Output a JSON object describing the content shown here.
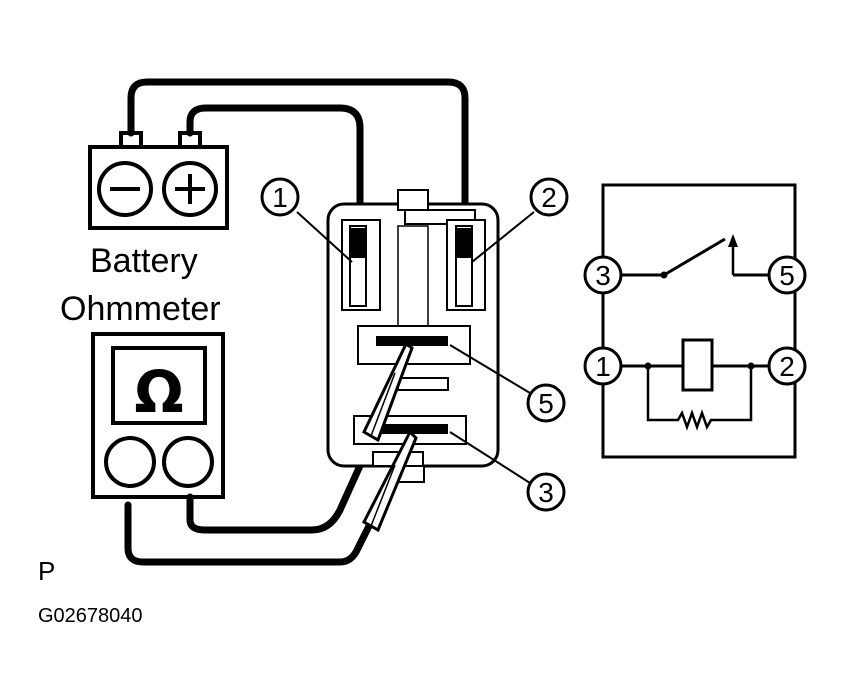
{
  "labels": {
    "battery": "Battery",
    "ohmmeter": "Ohmmeter",
    "ohm_symbol": "Ω",
    "battery_minus": "−",
    "battery_plus": "+",
    "corner": "P",
    "figure_code": "G02678040"
  },
  "relay_terminals": {
    "t1": "1",
    "t2": "2",
    "t3": "3",
    "t5": "5"
  },
  "schematic_terminals": {
    "s1": "1",
    "s2": "2",
    "s3": "3",
    "s5": "5"
  }
}
